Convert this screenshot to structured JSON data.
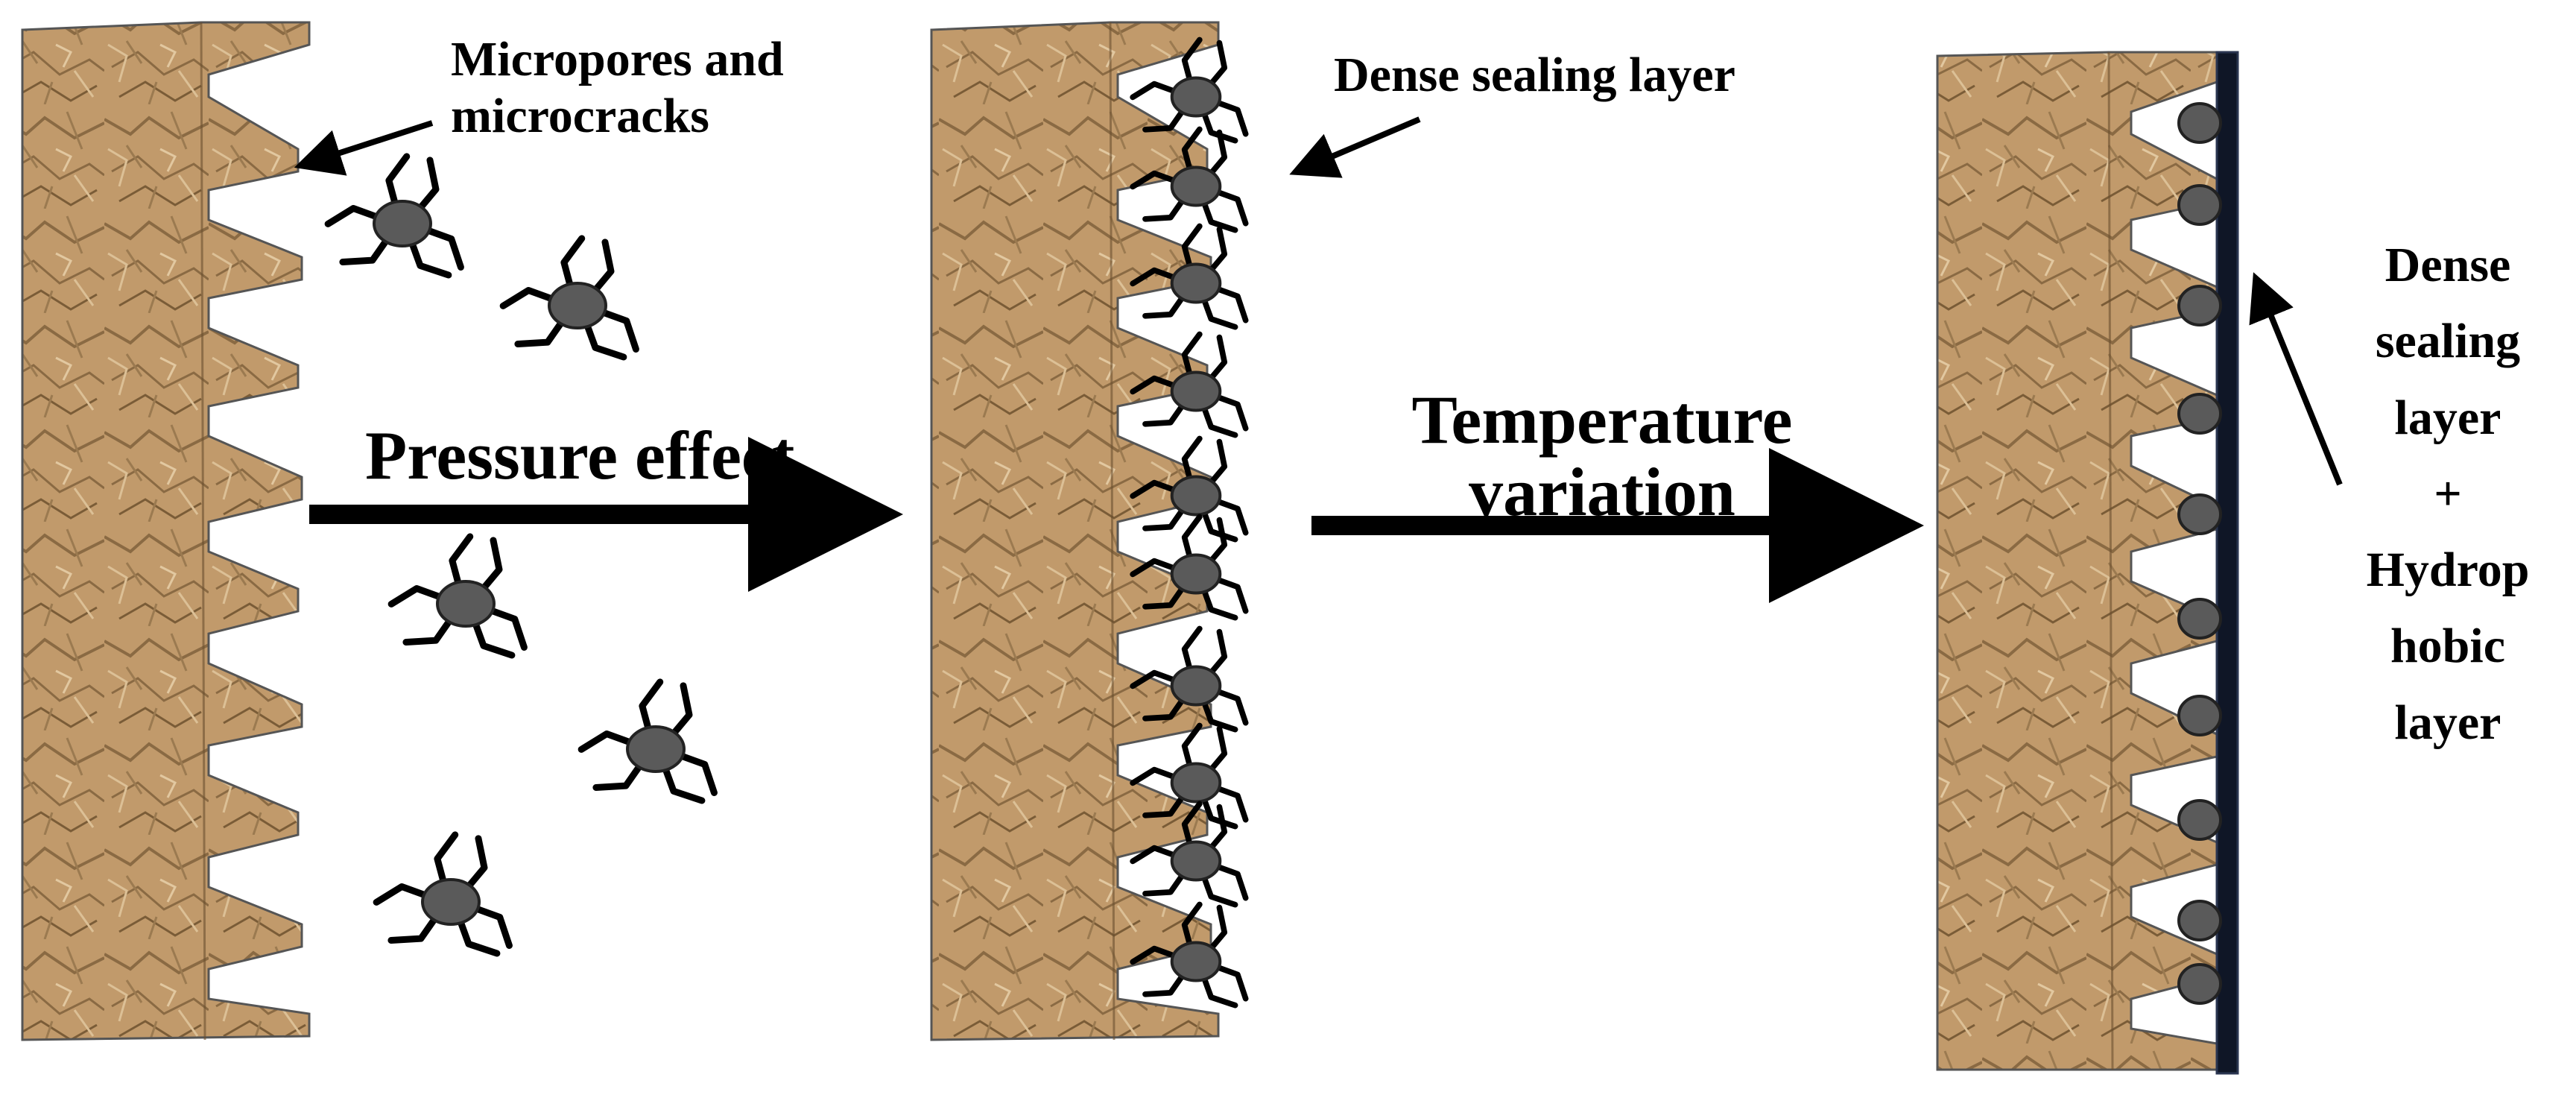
{
  "labels": {
    "micropores_line1": "Micropores and",
    "micropores_line2": "microcracks",
    "pressure_effect": "Pressure effect",
    "dense_sealing_layer": "Dense sealing layer",
    "temperature_line1": "Temperature",
    "temperature_line2": "variation",
    "right_label_lines": [
      "Dense",
      "sealing",
      "layer",
      "+",
      "Hydrop",
      "hobic",
      "layer"
    ]
  },
  "colors": {
    "substrate": "#c19a6b",
    "substrate_crack": "#8a6a43",
    "substrate_highlight": "#dcc096",
    "molecule_core": "#5a5a5a",
    "molecule_legs": "#000000",
    "hydrophobic_layer": "#0f1626",
    "arrow": "#000000"
  },
  "icons": {
    "molecule": "sealant-molecule-icon",
    "arrow": "arrow-right-icon"
  }
}
